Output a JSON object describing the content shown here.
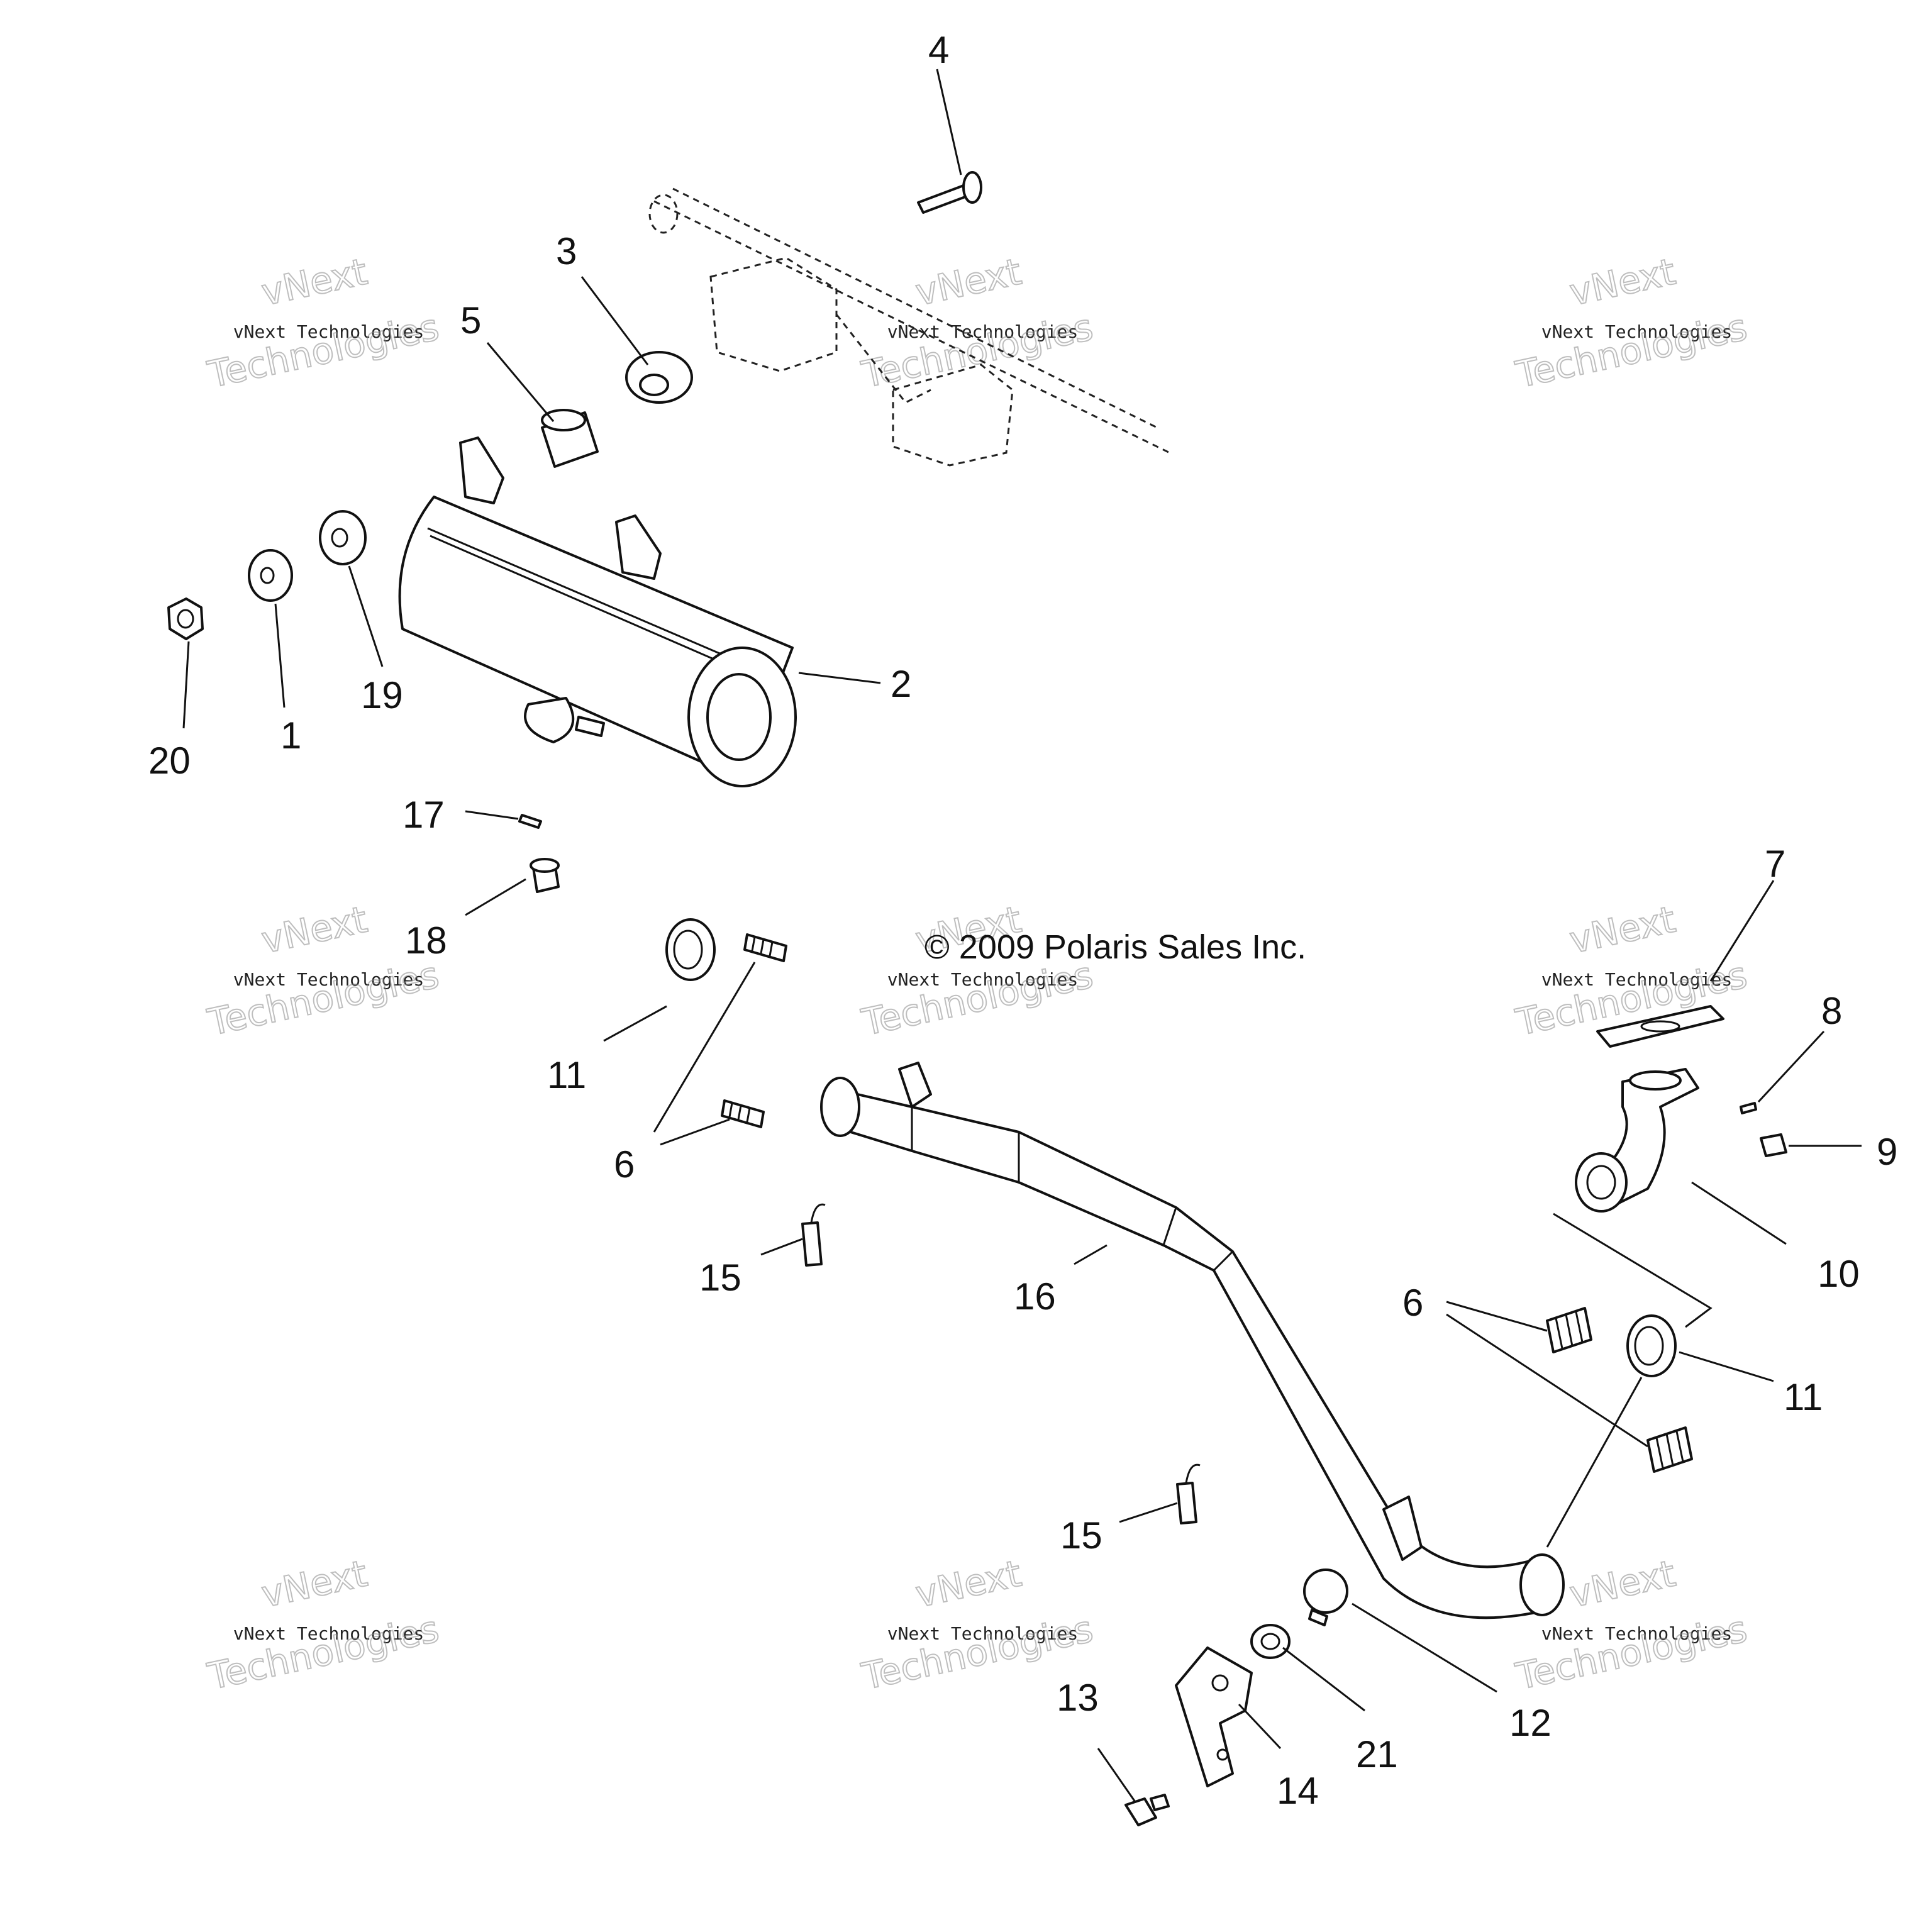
{
  "copyright": "© 2009 Polaris Sales Inc.",
  "watermark": {
    "line1": "vNext",
    "line2": "vNext Technologies",
    "line3": "Technologies"
  },
  "callouts": {
    "c1": "1",
    "c2": "2",
    "c3": "3",
    "c4": "4",
    "c5": "5",
    "c6a": "6",
    "c6b": "6",
    "c7": "7",
    "c8": "8",
    "c9": "9",
    "c10": "10",
    "c11a": "11",
    "c11b": "11",
    "c12": "12",
    "c13": "13",
    "c14": "14",
    "c15a": "15",
    "c15b": "15",
    "c16": "16",
    "c17": "17",
    "c18": "18",
    "c19": "19",
    "c20": "20",
    "c21": "21"
  }
}
